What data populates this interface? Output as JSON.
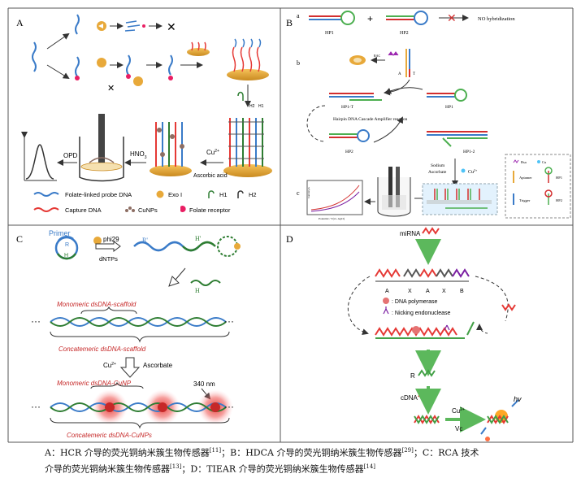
{
  "panels": {
    "A": {
      "letter": "A",
      "opd": "OPD",
      "hno3": "HNO",
      "hno3_sub": "3",
      "cu2": "Cu",
      "cu2_sup": "2+",
      "ascorbic": "Ascorbic acid",
      "h2_small": "H2",
      "h1_small": "H1",
      "legend": {
        "folate_probe": "Folate-linked probe DNA",
        "exo": "Exo I",
        "h1": "H1",
        "h2": "H2",
        "capture": "Capture DNA",
        "cunps": "CuNPs",
        "folate_receptor": "Folate receptor"
      }
    },
    "B": {
      "letter": "B",
      "sub_a": "a",
      "sub_b": "b",
      "sub_c": "c",
      "hp1": "HP1",
      "hp2": "HP2",
      "plus": "+",
      "no_hyb": "NO hybridization",
      "rac": "RAC",
      "a_label": "A",
      "t_label": "T",
      "hp1t": "HP1-T",
      "hp1_b": "HP1",
      "hdca": "Hairpin DNA Cascade Amplifier reaction",
      "hp2_b": "HP2",
      "hp12": "HP1-2",
      "sodium": "Sodium",
      "ascorbate": "Ascorbate",
      "cu2": "Cu",
      "cu2_sup": "2+",
      "ylabel_small": "Current/μA",
      "xlabel_small": "Potential / V(vs. AgCl)",
      "legend_box": {
        "bsa": "Bsa",
        "cu2": "Cu",
        "aptamer": "Aptamer",
        "trigger": "Trigger",
        "hp1": "HP1",
        "hp2": "HP2"
      }
    },
    "C": {
      "letter": "C",
      "primer": "Primer",
      "r": "R",
      "h": "H",
      "phi29": "phi29",
      "dntps": "dNTPs",
      "r_prime": "R'",
      "h_prime": "H'",
      "mono_scaffold": "Monomeric dsDNA-scaffold",
      "concat_scaffold": "Concatemeric dsDNA-scaffold",
      "cu2": "Cu",
      "cu2_sup": "2+",
      "ascorbate": "Ascorbate",
      "mono_cunp": "Monomeric dsDNA-CuNP",
      "nm340": "340 nm",
      "concat_cunps": "Concatemeric dsDNA-CuNPs"
    },
    "D": {
      "letter": "D",
      "mirna": "miRNA",
      "seq": [
        "A",
        "X",
        "A",
        "X",
        "B"
      ],
      "polymerase": ": DNA polymerase",
      "nicking": ": Nicking endonuclease",
      "r": "R",
      "cdna": "cDNA",
      "cu2": "Cu",
      "cu2_sup": "2+",
      "vc": "Vc",
      "hv": "hv"
    }
  },
  "caption": {
    "line1": "A：HCR 介导的荧光铜纳米簇生物传感器",
    "ref1": "[11]",
    "sep1": "；B：HDCA 介导的荧光铜纳米簇生物传感器",
    "ref2": "[29]",
    "sep2": "；C：RCA 技术",
    "line2": "介导的荧光铜纳米簇生物传感器",
    "ref3": "[13]",
    "sep3": "；D：TIEAR 介导的荧光铜纳米簇生物传感器",
    "ref4": "[14]"
  },
  "colors": {
    "dna_blue": "#3a7bc8",
    "dna_green": "#4caf50",
    "dna_red": "#d32f2f",
    "capture_red": "#e53935",
    "cunp_glow": "#e53935",
    "d_dna_red": "#e53935",
    "d_dna_green": "#43a047",
    "arrow_green": "#5cb85c",
    "label_red": "#c62828",
    "gold": "#e8a93a"
  }
}
